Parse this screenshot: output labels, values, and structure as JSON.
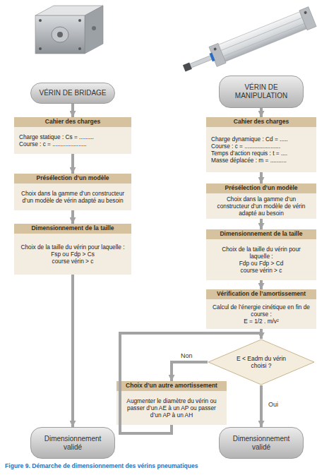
{
  "diagram": {
    "caption": "Figure 9. Démarche de dimensionnement des vérins pneumatiques",
    "nodes": [
      {
        "text": [
          "VÉRIN DE BRIDAGE"
        ]
      },
      {
        "text": [
          "VÉRIN DE MANIPULATION"
        ]
      },
      {
        "text": [
          "Cahier des charges",
          "Charge statique : Cs = .........",
          "Course : c = ....................."
        ]
      },
      {
        "text": [
          "Cahier des charges",
          "Charge dynamique : Cd = .....",
          "Course : c = ......................",
          "Temps d’action requis : t = ....",
          "Masse déplacée : m = .........."
        ]
      },
      {
        "text": [
          "Présélection d’un modèle",
          "Choix dans la gamme d’un constructeur d’un modèle de vérin adapté au besoin"
        ]
      },
      {
        "text": [
          "Présélection d’un modèle",
          "Choix dans la gamme d’un constructeur d’un modèle de vérin adapté au besoin"
        ]
      },
      {
        "text": [
          "Dimensionnement de la taille",
          "Choix de la taille du vérin pour laquelle :",
          "Fsp ou Fdp > Cs",
          "course vérin > c"
        ]
      },
      {
        "text": [
          "Dimensionnement de la taille",
          "Choix de la taille du vérin pour laquelle :",
          "Fdp ou Fdp > Cd",
          "course vérin > c"
        ]
      },
      {
        "text": [
          "Vérification de l’amortissement",
          "Calcul de l’énergie cinétique en fin de course :",
          "E = 1/2 . m/v²"
        ]
      },
      {
        "text": [
          "E < Eadm du vérin choisi ?"
        ]
      },
      {
        "text": [
          "Choix d’un autre amortissement",
          "Augmenter le diamètre du vérin ou passer d’un AE à un AP ou passer d’un AP à un AH"
        ]
      },
      {
        "text": [
          "Dimensionnement validé"
        ]
      },
      {
        "text": [
          "Dimensionnement validé"
        ]
      }
    ],
    "edges": [
      {
        "from": 0,
        "to": 2,
        "arrow": "to"
      },
      {
        "from": 2,
        "to": 4,
        "arrow": "to"
      },
      {
        "from": 4,
        "to": 6,
        "arrow": "to"
      },
      {
        "from": 6,
        "to": 11,
        "arrow": "to"
      },
      {
        "from": 1,
        "to": 3,
        "arrow": "to"
      },
      {
        "from": 3,
        "to": 5,
        "arrow": "to"
      },
      {
        "from": 5,
        "to": 7,
        "arrow": "to"
      },
      {
        "from": 7,
        "to": 8,
        "arrow": "to"
      },
      {
        "from": 8,
        "to": 9,
        "arrow": "to"
      },
      {
        "from": 9,
        "to": 12,
        "label": "Oui",
        "arrow": "to"
      },
      {
        "from": 9,
        "to": 10,
        "label": "Non",
        "arrow": "to"
      },
      {
        "from": 10,
        "to": 9,
        "arrow": "to"
      }
    ]
  }
}
